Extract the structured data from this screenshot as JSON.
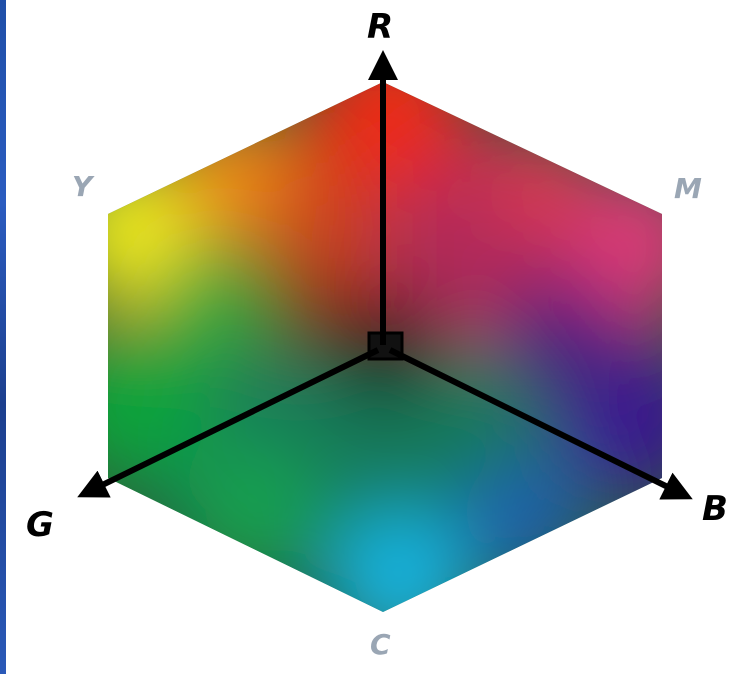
{
  "axes": {
    "r": "R",
    "g": "G",
    "b": "B"
  },
  "corners": {
    "y": "Y",
    "m": "M",
    "c": "C"
  },
  "colors": {
    "red": "#ee2a12",
    "yellow": "#f0ec1e",
    "magenta": "#dc3a78",
    "green": "#10a43a",
    "blue": "#3a1890",
    "cyan": "#16b4e0",
    "black": "#111111",
    "axis_label": "#000000",
    "corner_label": "#9aa6b4",
    "edge_strip": "#2650b0"
  }
}
